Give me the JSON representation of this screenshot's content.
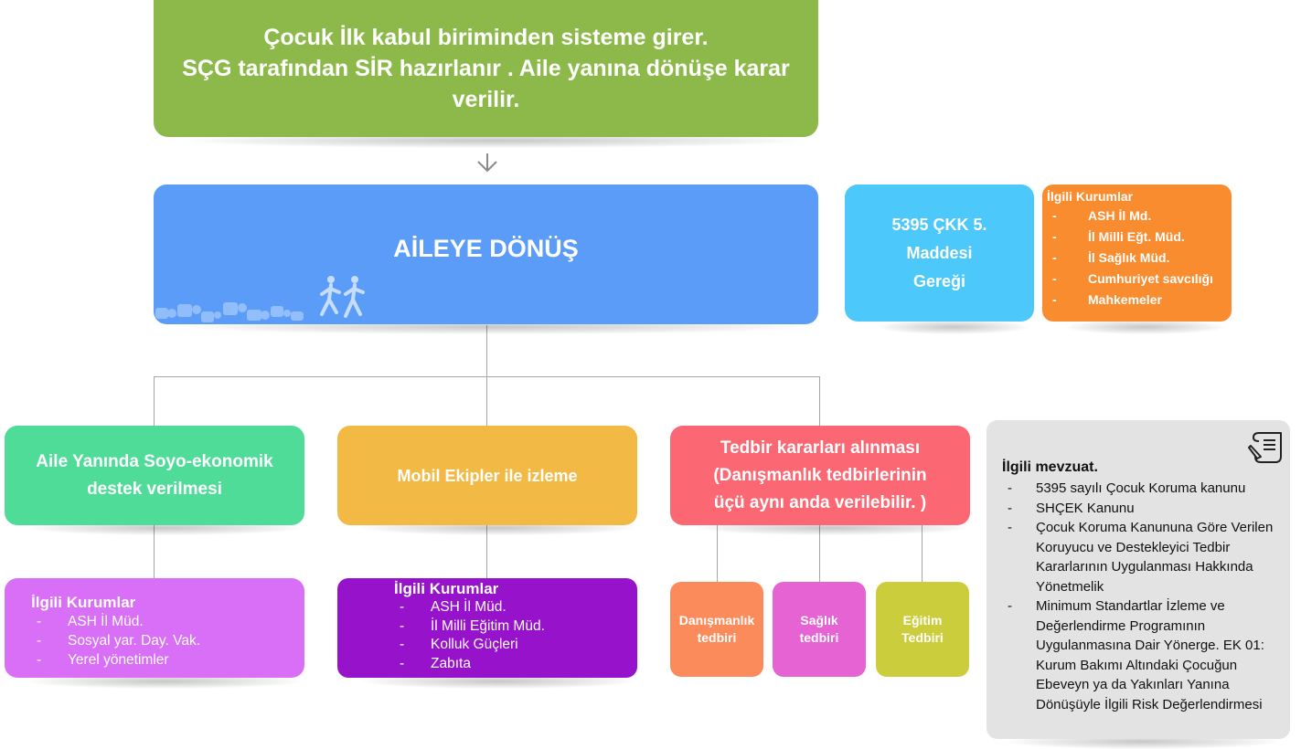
{
  "top_box": {
    "line1": "Çocuk İlk kabul biriminden sisteme girer.",
    "line2": "SÇG tarafından SİR hazırlanır . Aile yanına dönüşe karar verilir."
  },
  "main_box": {
    "title": "AİLEYE DÖNÜŞ"
  },
  "law_box": {
    "line1": "5395 ÇKK 5.",
    "line2": "Maddesi",
    "line3": "Gereği"
  },
  "institutions_box": {
    "title": "İlgili Kurumlar",
    "items": [
      "ASH İl Md.",
      "İl Milli Eğt. Müd.",
      "İl Sağlık Müd.",
      "Cumhuriyet savcılığı",
      "Mahkemeler"
    ]
  },
  "branch1": {
    "line1": "Aile Yanında Soyo-ekonomik",
    "line2": "destek verilmesi",
    "sub_title": "İlgili Kurumlar",
    "sub_items": [
      "ASH İl Müd.",
      "Sosyal yar. Day. Vak.",
      "Yerel yönetimler"
    ]
  },
  "branch2": {
    "label": "Mobil Ekipler ile izleme",
    "sub_title": "İlgili Kurumlar",
    "sub_items": [
      "ASH İl Müd.",
      "İl Milli Eğitim Müd.",
      "Kolluk Güçleri",
      "Zabıta"
    ]
  },
  "branch3": {
    "line1": "Tedbir kararları alınması",
    "line2": "(Danışmanlık tedbirlerinin",
    "line3": "üçü aynı anda verilebilir. )",
    "measures": [
      {
        "line1": "Danışmanlık",
        "line2": "tedbiri"
      },
      {
        "line1": "Sağlık",
        "line2": "tedbiri"
      },
      {
        "line1": "Eğitim",
        "line2": "Tedbiri"
      }
    ]
  },
  "legislation": {
    "title": "İlgili mevzuat.",
    "items": [
      "5395 sayılı Çocuk Koruma kanunu",
      "SHÇEK Kanunu",
      "Çocuk Koruma Kanununa Göre Verilen Koruyucu ve Destekleyici Tedbir Kararlarının Uygulanması Hakkında Yönetmelik",
      "Minimum Standartlar İzleme ve Değerlendirme Programının Uygulanmasına Dair Yönerge. EK 01: Kurum Bakımı Altındaki Çocuğun Ebeveyn ya da Yakınları Yanına Dönüşüyle İlgili Risk Değerlendirmesi"
    ]
  },
  "colors": {
    "top": "#8db94a",
    "main": "#5b9cf8",
    "law": "#4cc8fb",
    "institutions": "#f98c2e",
    "branch1": "#4fdc99",
    "branch2": "#f2b944",
    "branch3": "#fb6772",
    "sub1": "#d96ef7",
    "sub2": "#9713cb",
    "measure1": "#fc8b5c",
    "measure2": "#e563d3",
    "measure3": "#cbcd3c",
    "legislation": "#e3e3e3"
  }
}
